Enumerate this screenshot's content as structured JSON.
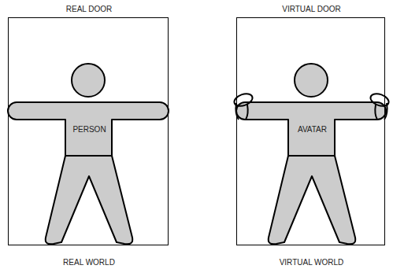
{
  "diagram": {
    "nodes": [
      {
        "text": [
          "REAL DOOR",
          "REAL WORLD"
        ]
      },
      {
        "text": [
          "PERSON"
        ],
        "in": 0
      },
      {
        "text": [
          "VIRTUAL DOOR",
          "VIRTUAL WORLD"
        ]
      },
      {
        "text": [
          "AVATAR"
        ],
        "in": 2
      }
    ],
    "edges": []
  }
}
